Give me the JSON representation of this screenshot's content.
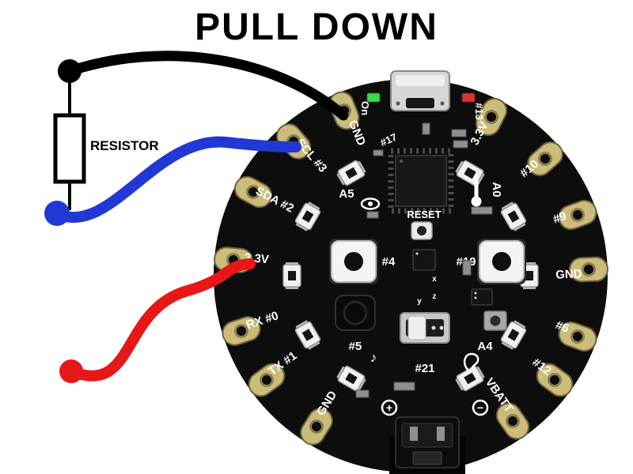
{
  "title": "PULL DOWN",
  "resistor_label": "RESISTOR",
  "colors": {
    "wire_black": "#000000",
    "wire_blue": "#2238d4",
    "wire_red": "#e81616",
    "board": "#0d0d0d",
    "pad": "#cbbc79",
    "led_green": "#3fd84a",
    "led_red": "#e03434"
  },
  "board": {
    "pads": [
      {
        "label": "GND"
      },
      {
        "label": "SCL #3"
      },
      {
        "label": "SDA #2"
      },
      {
        "label": "3.3V"
      },
      {
        "label": "RX #0"
      },
      {
        "label": "TX #1"
      },
      {
        "label": "GND"
      },
      {
        "label": "3.3V"
      },
      {
        "label": "#10"
      },
      {
        "label": "#9"
      },
      {
        "label": "GND"
      },
      {
        "label": "#6"
      },
      {
        "label": "#12"
      },
      {
        "label": "VBATT"
      }
    ],
    "components": {
      "on_led": "On",
      "d13_led": "#13",
      "d17": "#17",
      "light_sensor": "A5",
      "reset": "RESET",
      "temp_sensor": "A0",
      "left_button": "#4",
      "right_button": "#19",
      "speaker": "#5",
      "speaker_note": "♪",
      "slide_switch": "#21",
      "mic": "A4",
      "accel_x": "x",
      "accel_y": "y",
      "accel_z": "z",
      "battery_plus": "+",
      "battery_minus": "−"
    }
  }
}
